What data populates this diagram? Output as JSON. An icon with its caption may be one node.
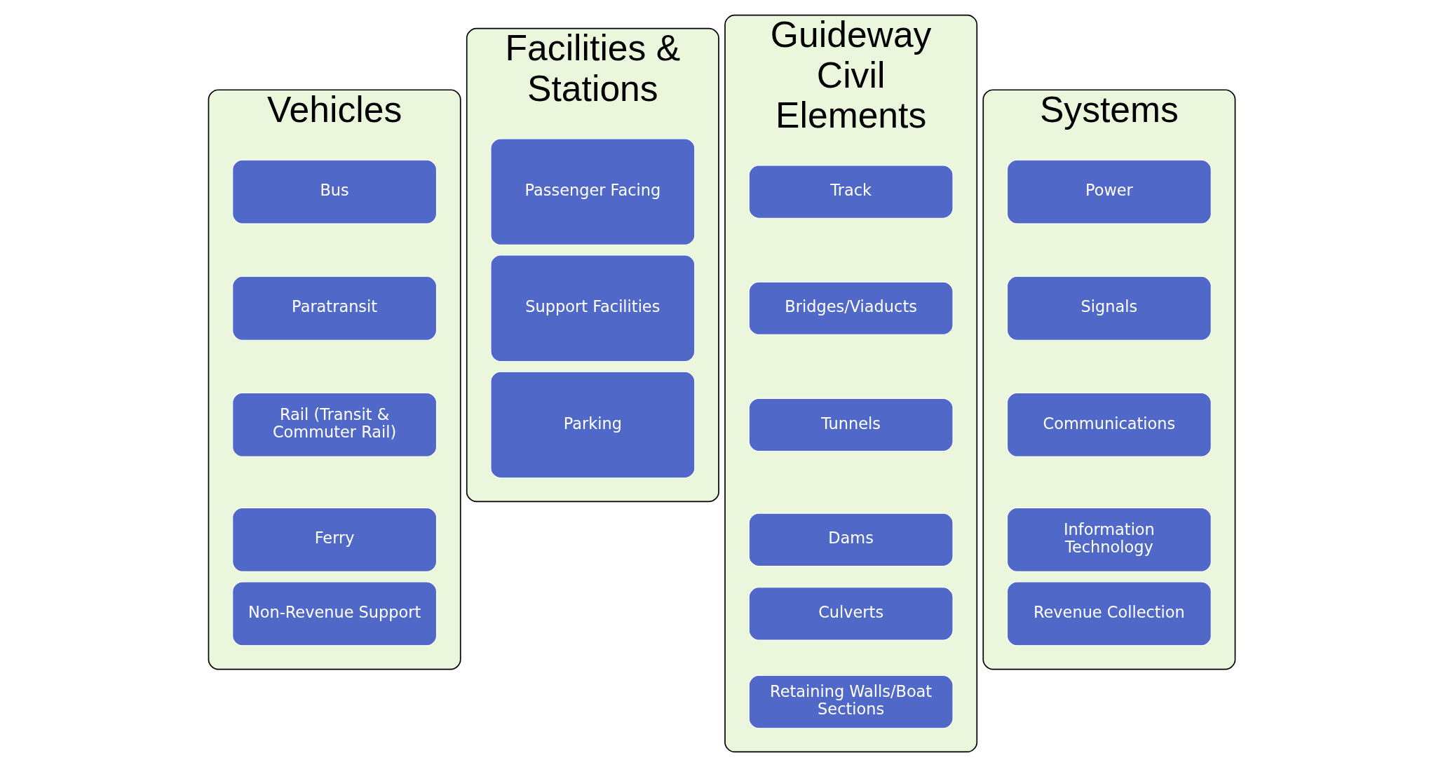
{
  "diagram": {
    "nodes": [
      {
        "text": [
          "Vehicles"
        ]
      },
      {
        "text": [
          "Bus"
        ],
        "in": 0
      },
      {
        "text": [
          "Paratransit"
        ],
        "in": 0
      },
      {
        "text": [
          "Rail (Transit & Commuter Rail)"
        ],
        "in": 0
      },
      {
        "text": [
          "Ferry"
        ],
        "in": 0
      },
      {
        "text": [
          "Non-Revenue Support"
        ],
        "in": 0
      },
      {
        "text": [
          "Facilities & Stations"
        ]
      },
      {
        "text": [
          "Passenger Facing"
        ],
        "in": 6
      },
      {
        "text": [
          "Support Facilities"
        ],
        "in": 6
      },
      {
        "text": [
          "Parking"
        ],
        "in": 6
      },
      {
        "text": [
          "Guideway Civil Elements"
        ]
      },
      {
        "text": [
          "Track"
        ],
        "in": 10
      },
      {
        "text": [
          "Bridges/Viaducts"
        ],
        "in": 10
      },
      {
        "text": [
          "Tunnels"
        ],
        "in": 10
      },
      {
        "text": [
          "Dams"
        ],
        "in": 10
      },
      {
        "text": [
          "Culverts"
        ],
        "in": 10
      },
      {
        "text": [
          "Retaining Walls/Boat Sections"
        ],
        "in": 10
      },
      {
        "text": [
          "Systems"
        ]
      },
      {
        "text": [
          "Power"
        ],
        "in": 17
      },
      {
        "text": [
          "Signals"
        ],
        "in": 17
      },
      {
        "text": [
          "Communications"
        ],
        "in": 17
      },
      {
        "text": [
          "Information Technology"
        ],
        "in": 17
      },
      {
        "text": [
          "Revenue Collection"
        ],
        "in": 17
      }
    ],
    "edges": []
  }
}
